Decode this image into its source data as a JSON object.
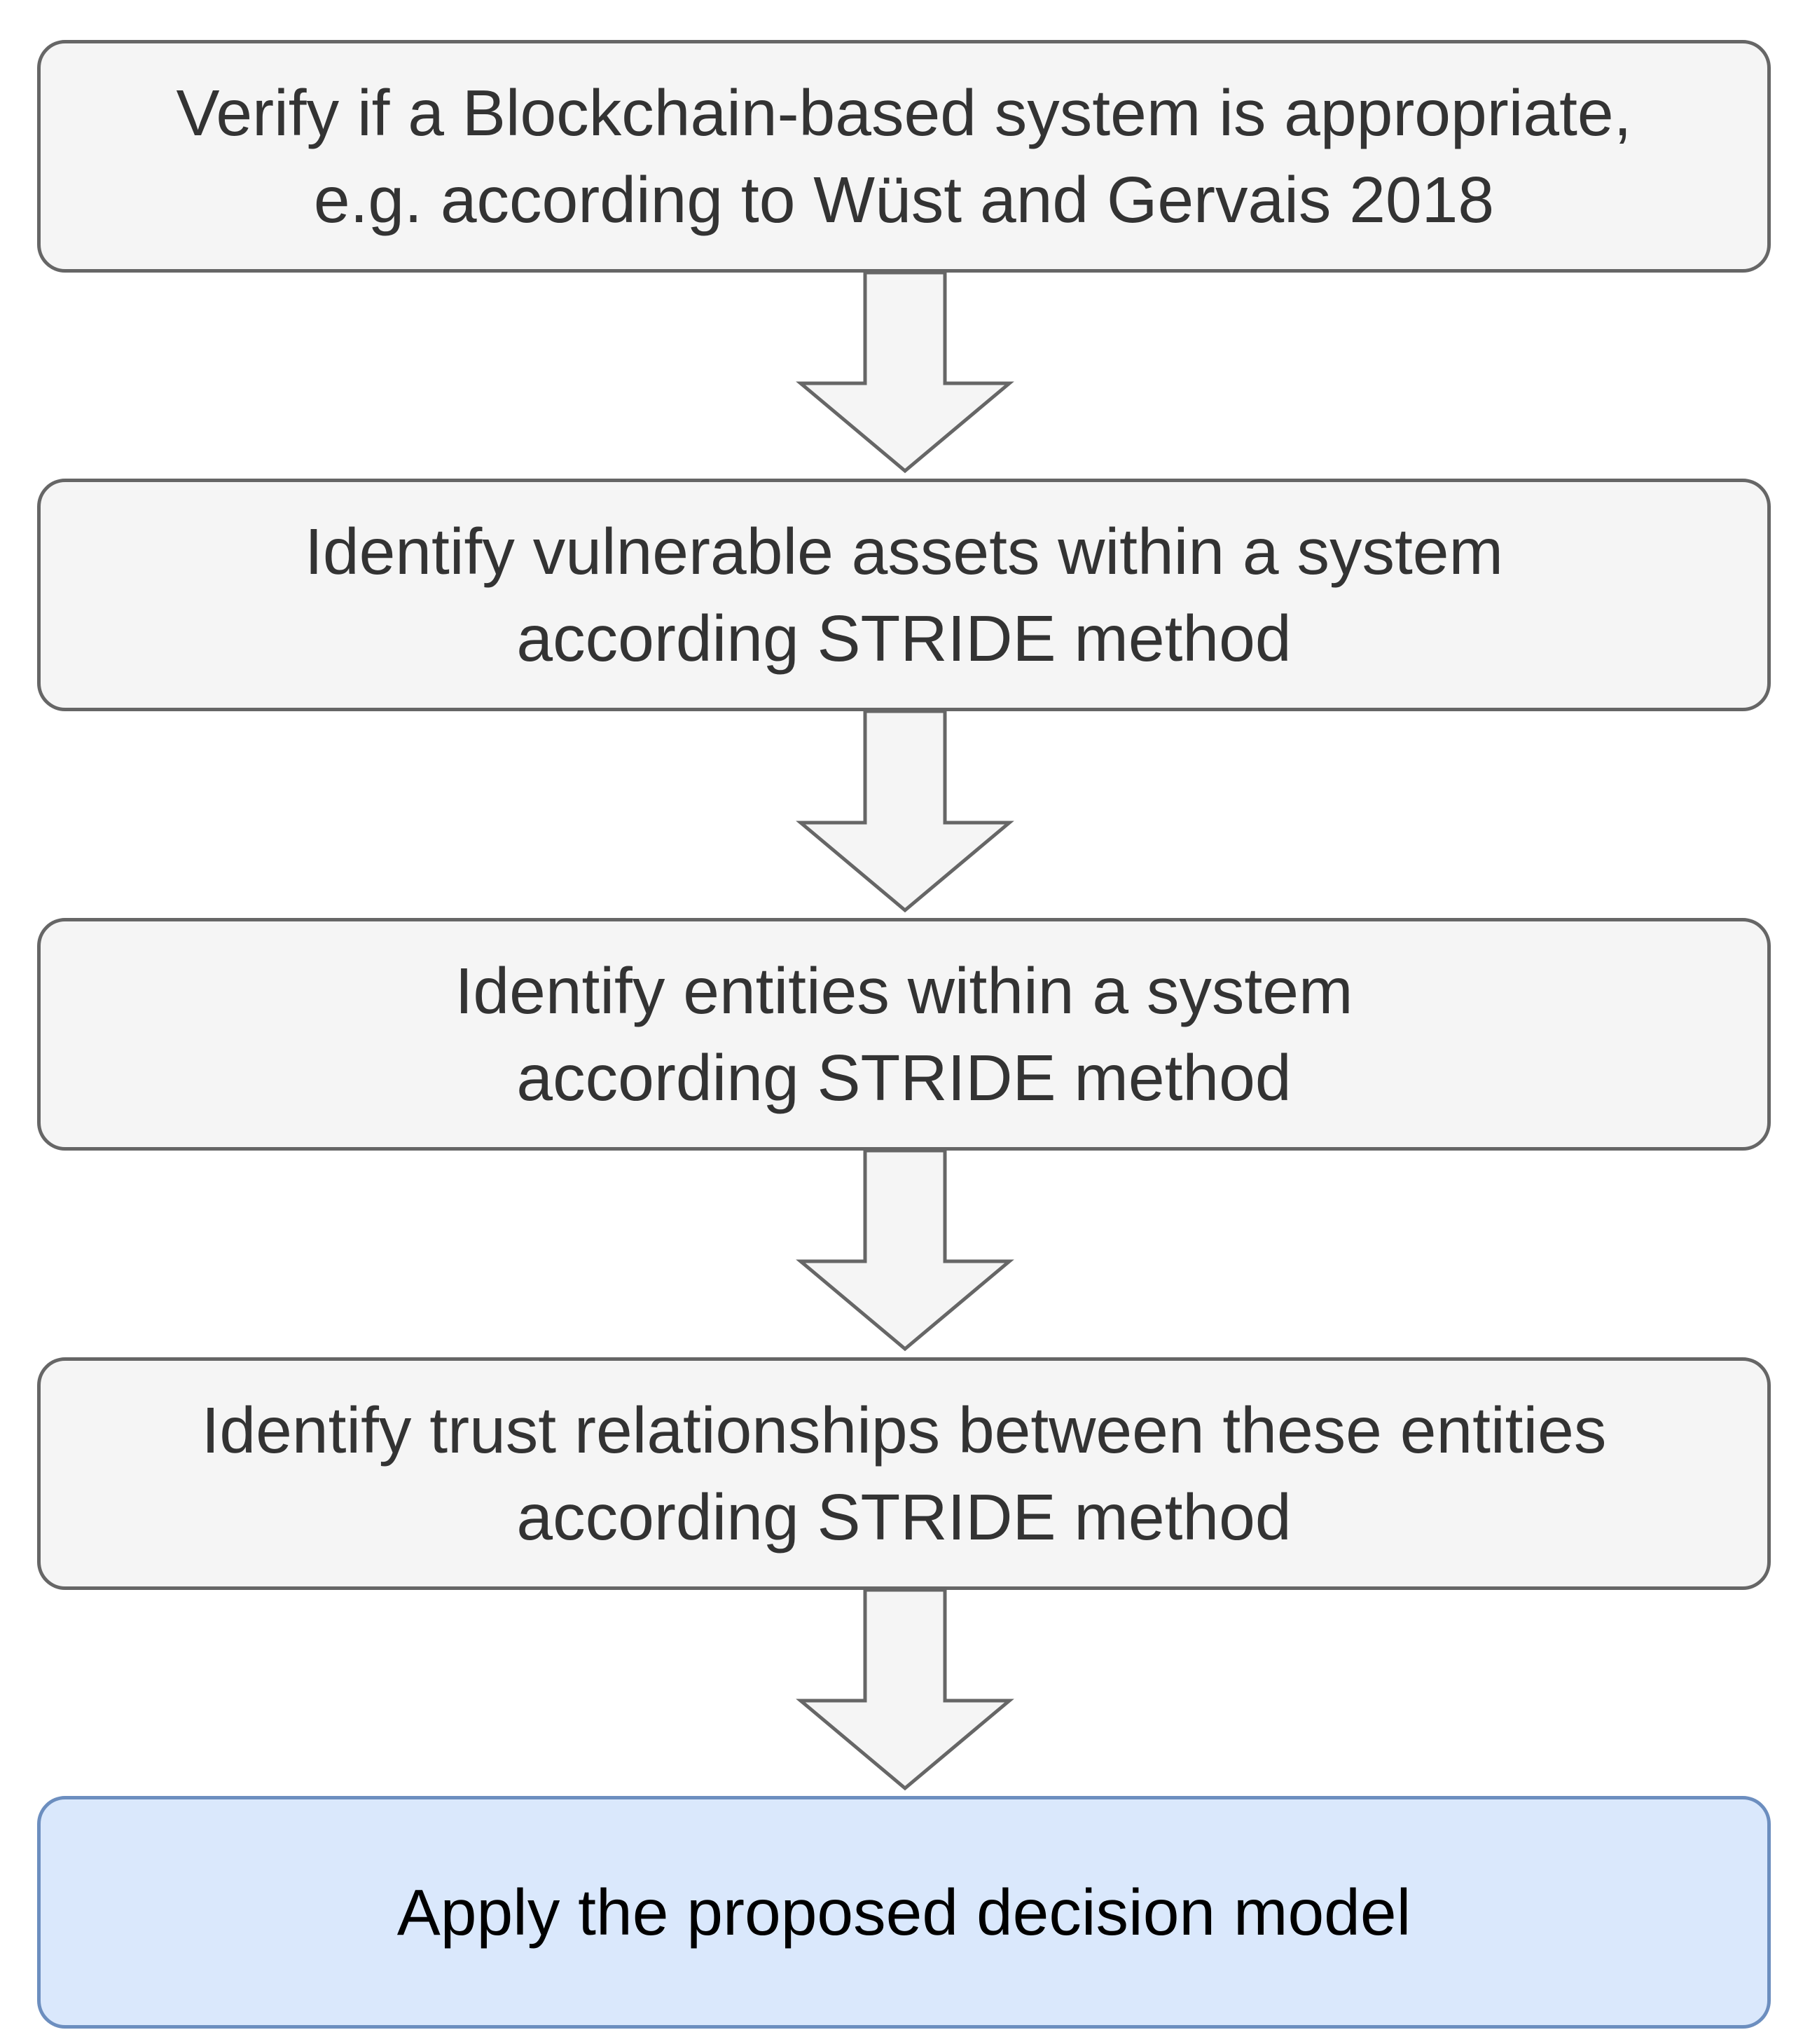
{
  "steps": [
    {
      "lines": [
        "Verify if a Blockchain-based system is appropriate,",
        "e.g. according to Wüst and Gervais 2018"
      ]
    },
    {
      "lines": [
        "Identify vulnerable assets within a system",
        "according STRIDE method"
      ]
    },
    {
      "lines": [
        "Identify entities within a system",
        "according STRIDE method"
      ]
    },
    {
      "lines": [
        "Identify trust relationships between these entities",
        "according STRIDE method"
      ]
    },
    {
      "lines": [
        "Apply the proposed decision model"
      ]
    }
  ],
  "colors": {
    "box_fill": "#f5f5f5",
    "box_stroke": "#666666",
    "final_box_fill": "#dae8fc",
    "final_box_stroke": "#6c8ebf",
    "text": "#333333",
    "final_text": "#000000"
  }
}
